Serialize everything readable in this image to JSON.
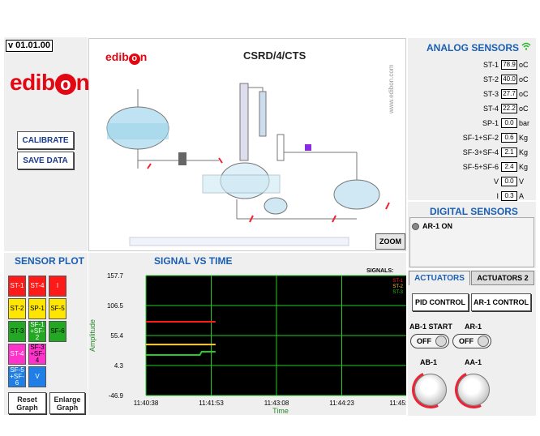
{
  "version": "v 01.01.00",
  "brand": {
    "prefix": "edib",
    "o": "o",
    "suffix": "n",
    "color": "#e30613"
  },
  "left_buttons": {
    "calibrate": "CALIBRATE",
    "save_data": "SAVE DATA"
  },
  "diagram": {
    "title": "CSRD/4/CTS",
    "watermark": "www.edibon.com",
    "zoom_label": "ZOOM"
  },
  "analog": {
    "title": "ANALOG SENSORS",
    "rows": [
      {
        "label": "ST-1",
        "value": "78.9",
        "unit": "oC"
      },
      {
        "label": "ST-2",
        "value": "40.0",
        "unit": "oC"
      },
      {
        "label": "ST-3",
        "value": "27.7",
        "unit": "oC"
      },
      {
        "label": "ST-4",
        "value": "22.2",
        "unit": "oC"
      },
      {
        "label": "SP-1",
        "value": "0.0",
        "unit": "bar"
      },
      {
        "label": "SF-1+SF-2",
        "value": "0.6",
        "unit": "Kg"
      },
      {
        "label": "SF-3+SF-4",
        "value": "2.1",
        "unit": "Kg"
      },
      {
        "label": "SF-5+SF-6",
        "value": "2.4",
        "Kg": "",
        "unit": "Kg"
      },
      {
        "label": "V",
        "value": "0.0",
        "unit": "V"
      },
      {
        "label": "I",
        "value": "0.3",
        "unit": "A"
      }
    ]
  },
  "digital": {
    "title": "DIGITAL SENSORS",
    "ar1_status": "AR-1 ON"
  },
  "actuators": {
    "tab1": "ACTUATORS",
    "tab2": "ACTUATORS 2",
    "pid_control": "PID CONTROL",
    "ar1_control": "AR-1 CONTROL",
    "ab1_start_label": "AB-1 START",
    "ab1_start_state": "OFF",
    "ar1_label": "AR-1",
    "ar1_state": "OFF",
    "ab1_knob_label": "AB-1",
    "aa1_knob_label": "AA-1"
  },
  "sensor_plot": {
    "title": "SENSOR PLOT",
    "buttons": [
      {
        "label": "ST-1",
        "color": "#ff1a1a",
        "text": "#ffffff"
      },
      {
        "label": "ST-4",
        "color": "#ff1a1a",
        "text": "#ffffff"
      },
      {
        "label": "I",
        "color": "#ff1a1a",
        "text": "#ffffff"
      },
      {
        "label": "ST-2",
        "color": "#ffe600",
        "text": "#000000"
      },
      {
        "label": "SP-1",
        "color": "#ffe600",
        "text": "#000000"
      },
      {
        "label": "SF-5",
        "color": "#ffe600",
        "text": "#000000"
      },
      {
        "label": "ST-3",
        "color": "#22a822",
        "text": "#000000"
      },
      {
        "label": "SF-1 +SF-2",
        "color": "#22a822",
        "text": "#ffffff"
      },
      {
        "label": "SF-6",
        "color": "#22a822",
        "text": "#000000"
      },
      {
        "label": "ST-4",
        "color": "#ff33cc",
        "text": "#ffffff"
      },
      {
        "label": "SF-3 +SF-4",
        "color": "#ff33cc",
        "text": "#000000"
      },
      {
        "label": "SF-5 +SF-6",
        "color": "#1f7fe6",
        "text": "#ffffff"
      },
      {
        "label": "V",
        "color": "#1f7fe6",
        "text": "#ffffff"
      }
    ],
    "reset": "Reset Graph",
    "enlarge": "Enlarge Graph"
  },
  "chart_data": {
    "type": "line",
    "title": "SIGNAL VS TIME",
    "xlabel": "Time",
    "ylabel": "Amplitude",
    "legend_title": "SIGNALS:",
    "legend_placement": "top-right",
    "grid": true,
    "ylim": [
      -46.9,
      157.7
    ],
    "yticks": [
      "157.7",
      "106.5",
      "55.4",
      "4.3",
      "-46.9"
    ],
    "ytick_values": [
      157.7,
      106.5,
      55.4,
      4.3,
      -46.9
    ],
    "xticks": [
      "11:40:38",
      "11:41:53",
      "11:43:08",
      "11:44:23",
      "11:45:"
    ],
    "xtick_seconds": [
      0,
      75,
      150,
      225,
      300
    ],
    "series": [
      {
        "name": "ST-1",
        "color": "#ff1a1a",
        "x": [
          0,
          80
        ],
        "y": [
          78.9,
          78.9
        ]
      },
      {
        "name": "ST-2",
        "color": "#ffcc33",
        "x": [
          0,
          80
        ],
        "y": [
          40.0,
          40.0
        ]
      },
      {
        "name": "ST-3",
        "color": "#22cc22",
        "x": [
          0,
          62,
          64,
          80
        ],
        "y": [
          22.2,
          22.2,
          27.7,
          27.7
        ]
      }
    ],
    "colors": {
      "background": "#000000",
      "grid": "#22cc22",
      "axis_text": "#000000"
    }
  }
}
